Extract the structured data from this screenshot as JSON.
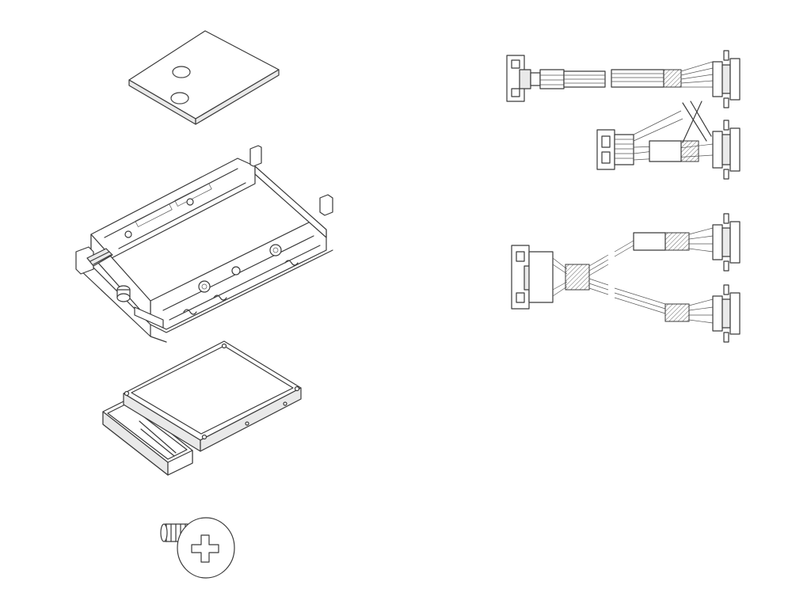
{
  "figure": {
    "background": "#ffffff",
    "stroke_color": "#3a3a3a",
    "components": [
      {
        "id": "thermal-pad",
        "icon": "thermal-pad-icon"
      },
      {
        "id": "drive-cage",
        "icon": "drive-cage-bracket-icon"
      },
      {
        "id": "ssd-with-carrier",
        "icon": "ssd-drive-icon"
      },
      {
        "id": "screw",
        "icon": "phillips-screw-icon"
      },
      {
        "id": "split-cable-1",
        "icon": "y-split-cable-icon"
      },
      {
        "id": "split-cable-2",
        "icon": "y-split-cable-icon"
      }
    ]
  }
}
